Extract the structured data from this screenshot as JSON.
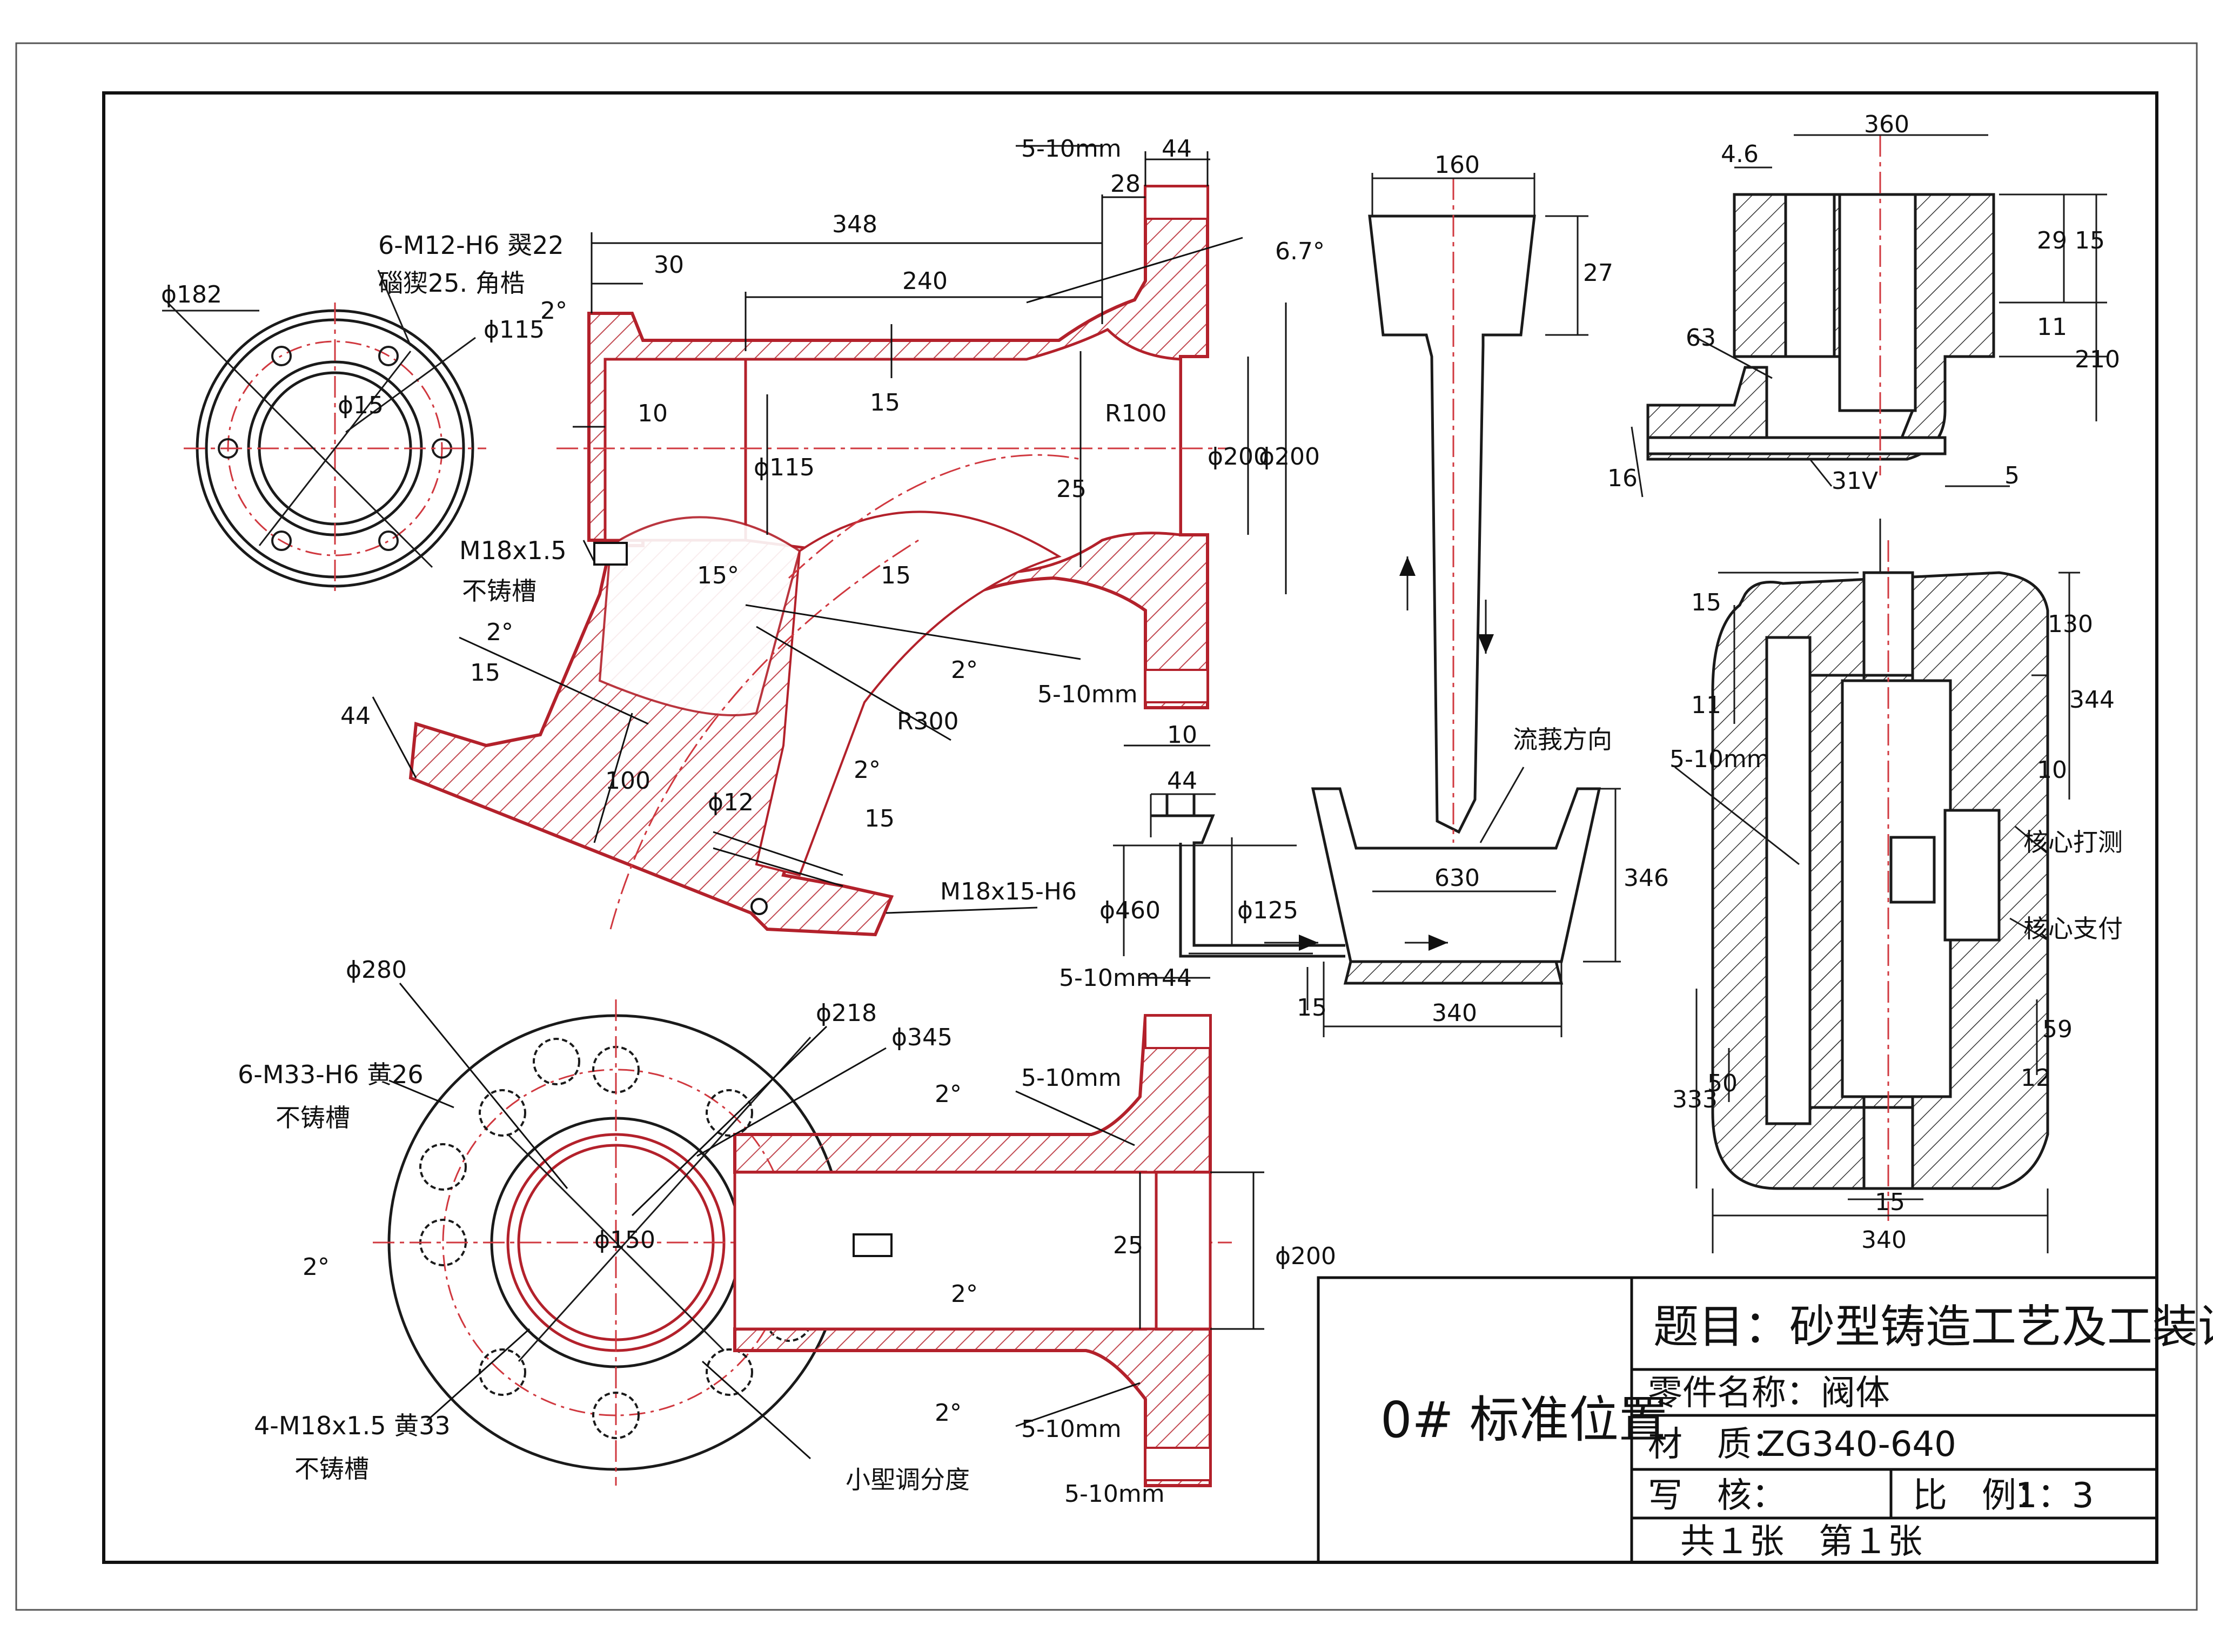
{
  "colors": {
    "line": "#1a1a1a",
    "casting": "#b3212b",
    "hatch": "#c24a52",
    "centerline": "#d0383f",
    "background": "#ffffff"
  },
  "title_block": {
    "title": "题目：砂型铸造工艺及工装设计",
    "part_name": "零件名称：阀体",
    "material_label": "材　质：",
    "material": "ZG340-640",
    "checker": "写　核：",
    "scale_label": "比　例：",
    "scale": "1：3",
    "sheets": "共１张　第１张",
    "position": "0# 标准位置"
  },
  "top_left_view": {
    "dims": {
      "d182": "ϕ182",
      "d115": "ϕ115",
      "d15": "ϕ15"
    },
    "notes": {
      "holes": "6-M12-H6 翜22",
      "holes2": "碯猰25. 角梏"
    }
  },
  "main_section": {
    "dims": {
      "d348": "348",
      "d30": "30",
      "d240": "240",
      "d10": "10",
      "d15a": "15",
      "d15b": "15",
      "d115": "ϕ115",
      "d25": "25",
      "r100": "R100",
      "d200a": "ϕ200",
      "d200b": "ϕ200",
      "d5_10a": "5-10mm",
      "d5_10b": "5-10mm",
      "d44": "44",
      "d28": "28",
      "d10b": "10",
      "ang67": "6.7°",
      "ang15": "15°",
      "ang2a": "2°",
      "ang2b": "2°",
      "ang2c": "2°",
      "ang2d": "2°",
      "d44b": "44",
      "d15c": "15",
      "d100": "100",
      "d12": "ϕ12",
      "r300": "R300",
      "d15d": "15",
      "d15e": "15"
    },
    "notes": {
      "m18": "M18x1.5",
      "no_cast": "不铸槽",
      "m18h6": "M18x15-H6"
    }
  },
  "bottom_view": {
    "dims": {
      "d280": "ϕ280",
      "d218": "ϕ218",
      "d345": "ϕ345",
      "d150": "ϕ150",
      "d200": "ϕ200",
      "d25": "25",
      "ang2a": "2°",
      "ang2b": "2°",
      "ang2c": "2°",
      "ang2d": "2°",
      "d5_10a": "5-10mm",
      "d5_10b": "5-10mm",
      "d5_10c": "5-10mm",
      "d5_10d": "5-10mm",
      "d44": "44"
    },
    "notes": {
      "m33": "6-M33-H6 黄26",
      "no_cast1": "不铸槽",
      "m18": "4-M18x1.5 黄33",
      "no_cast2": "不铸槽",
      "adjust": "小堲调分度"
    }
  },
  "gating_view": {
    "dims": {
      "d160": "160",
      "d27": "27",
      "d44": "44",
      "d460": "ϕ460",
      "d125": "ϕ125",
      "d630": "630",
      "d346": "346",
      "d15": "15",
      "d340": "340"
    },
    "notes": {
      "flow": "流莪方向"
    }
  },
  "top_right_view": {
    "dims": {
      "d360": "360",
      "d46": "4.6",
      "d29": "29",
      "d15": "15",
      "d11": "11",
      "d210": "210",
      "d63": "63",
      "d16": "16",
      "d31": "31V",
      "d5": "5"
    }
  },
  "right_core_view": {
    "dims": {
      "d15a": "15",
      "d130": "130",
      "d11": "11",
      "d344": "344",
      "d10": "10",
      "d5_10": "5-10mm",
      "d333": "333",
      "d50": "50",
      "d59": "59",
      "d12": "12",
      "d15b": "15",
      "d340": "340"
    },
    "notes": {
      "core1": "核心打测",
      "core2": "核心支付"
    }
  }
}
